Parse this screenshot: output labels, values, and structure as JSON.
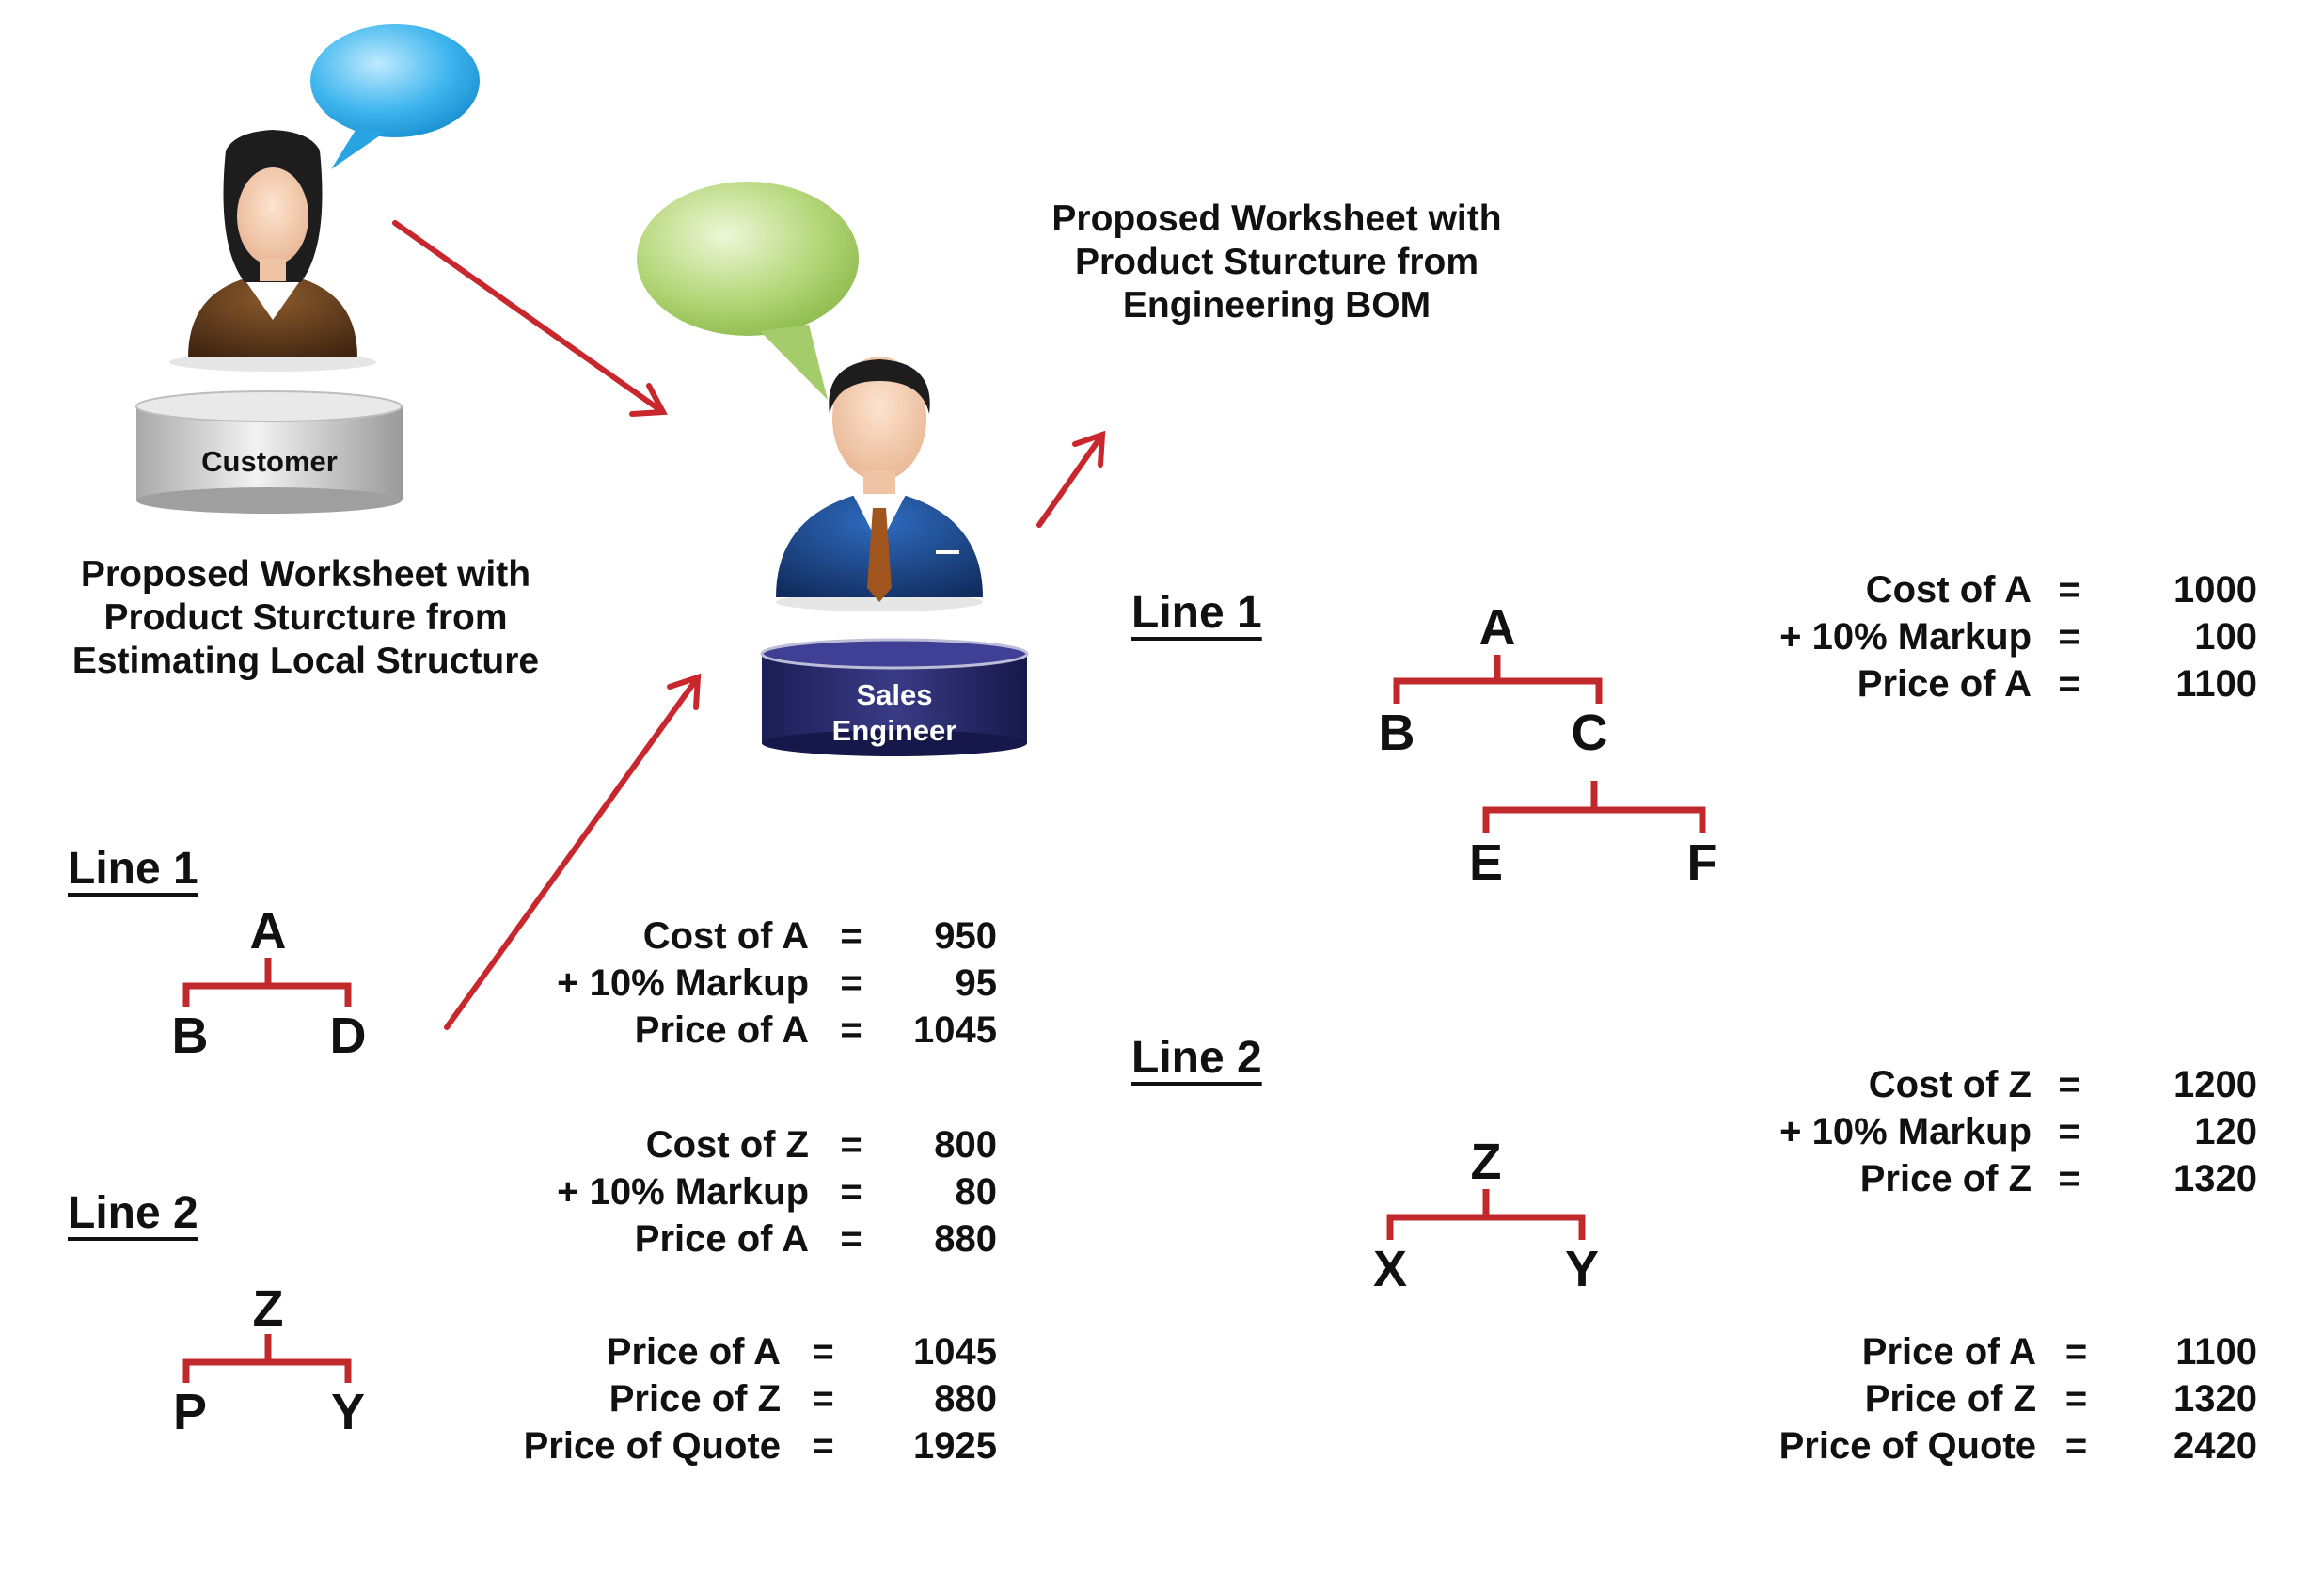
{
  "customer": {
    "db_label": "Customer"
  },
  "sales_engineer": {
    "db_label_line1": "Sales",
    "db_label_line2": "Engineer"
  },
  "left": {
    "heading": [
      "Proposed Worksheet with",
      "Product Sturcture from",
      "Estimating Local Structure"
    ],
    "line1": {
      "label": "Line 1",
      "root": "A",
      "children": [
        "B",
        "D"
      ]
    },
    "line2": {
      "label": "Line 2",
      "root": "Z",
      "children": [
        "P",
        "Y"
      ]
    },
    "calc1": [
      {
        "label": "Cost of A",
        "eq": "=",
        "value": "950"
      },
      {
        "label": "+ 10% Markup",
        "eq": "=",
        "value": "95"
      },
      {
        "label": "Price of A",
        "eq": "=",
        "value": "1045"
      }
    ],
    "calc2": [
      {
        "label": "Cost of Z",
        "eq": "=",
        "value": "800"
      },
      {
        "label": "+ 10% Markup",
        "eq": "=",
        "value": "80"
      },
      {
        "label": "Price of A",
        "eq": "=",
        "value": "880"
      }
    ],
    "total": [
      {
        "label": "Price of A",
        "eq": "=",
        "value": "1045"
      },
      {
        "label": "Price of Z",
        "eq": "=",
        "value": "880"
      },
      {
        "label": "Price of Quote",
        "eq": "=",
        "value": "1925"
      }
    ]
  },
  "right": {
    "heading": [
      "Proposed Worksheet with",
      "Product Sturcture from",
      "Engineering BOM"
    ],
    "line1": {
      "label": "Line 1",
      "root": "A",
      "children": [
        "B",
        "C"
      ],
      "grandchildren": [
        "E",
        "F"
      ]
    },
    "line2": {
      "label": "Line 2",
      "root": "Z",
      "children": [
        "X",
        "Y"
      ]
    },
    "calc1": [
      {
        "label": "Cost of A",
        "eq": "=",
        "value": "1000"
      },
      {
        "label": "+ 10% Markup",
        "eq": "=",
        "value": "100"
      },
      {
        "label": "Price of A",
        "eq": "=",
        "value": "1100"
      }
    ],
    "calc2": [
      {
        "label": "Cost of Z",
        "eq": "=",
        "value": "1200"
      },
      {
        "label": "+ 10% Markup",
        "eq": "=",
        "value": "120"
      },
      {
        "label": "Price of Z",
        "eq": "=",
        "value": "1320"
      }
    ],
    "total": [
      {
        "label": "Price of A",
        "eq": "=",
        "value": "1100"
      },
      {
        "label": "Price of Z",
        "eq": "=",
        "value": "1320"
      },
      {
        "label": "Price of Quote",
        "eq": "=",
        "value": "2420"
      }
    ]
  },
  "colors": {
    "arrow": "#c8282d",
    "tree_line": "#c0282c",
    "customer_db": "#d0d0d0",
    "engineer_db": "#2c2d6e",
    "customer_bubble": "#3fb6ee",
    "engineer_bubble": "#b5d77a"
  }
}
